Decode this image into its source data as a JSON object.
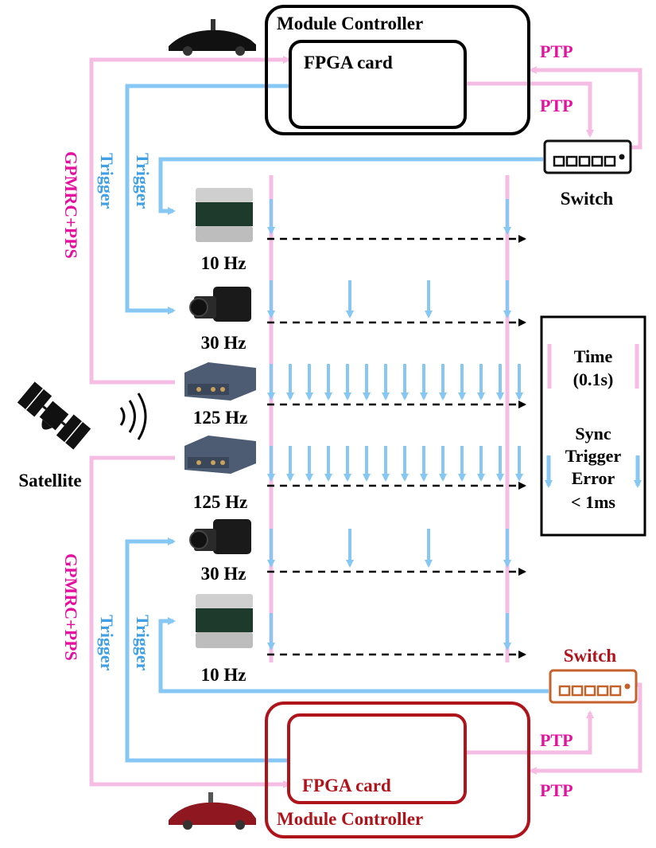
{
  "colors": {
    "pink": "#f5bde3",
    "blue": "#86c7f3",
    "magenta": "#e4119e",
    "trigger_blue": "#3fa0e6",
    "dark_red": "#b0141b",
    "orange_switch": "#c5622b",
    "black": "#000000"
  },
  "top_controller": {
    "title": "Module Controller",
    "fpga_label": "FPGA card",
    "vehicle_icon": "black-car-icon"
  },
  "bottom_controller": {
    "title": "Module Controller",
    "fpga_label": "FPGA card",
    "vehicle_icon": "red-car-icon"
  },
  "top_switch": {
    "label": "Switch",
    "icon": "network-switch-icon"
  },
  "bottom_switch": {
    "label": "Switch",
    "icon": "network-switch-icon"
  },
  "links": {
    "ptp": "PTP",
    "trigger": "Trigger",
    "gpmrc": "GPMRC+PPS"
  },
  "satellite": {
    "label": "Satellite",
    "icon": "satellite-icon"
  },
  "sensors": [
    {
      "label": "10 Hz",
      "icon": "lidar-icon",
      "trigger_count": 2
    },
    {
      "label": "30 Hz",
      "icon": "camera-icon",
      "trigger_count": 4
    },
    {
      "label": "125 Hz",
      "icon": "imu-box-icon",
      "trigger_count": 14
    },
    {
      "label": "125 Hz",
      "icon": "imu-box-icon",
      "trigger_count": 14
    },
    {
      "label": "30 Hz",
      "icon": "camera-icon",
      "trigger_count": 4
    },
    {
      "label": "10 Hz",
      "icon": "lidar-icon",
      "trigger_count": 2
    }
  ],
  "legend": {
    "time_line1": "Time",
    "time_line2": "(0.1s)",
    "sync_line1": "Sync",
    "sync_line2": "Trigger",
    "sync_line3": "Error",
    "sync_line4": "< 1ms"
  }
}
